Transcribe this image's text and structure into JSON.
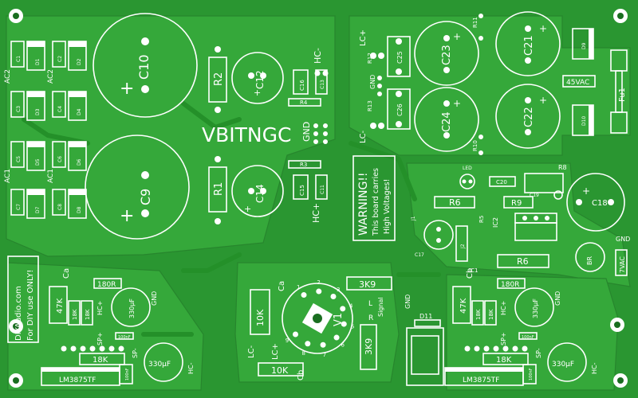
{
  "board": {
    "title": "VBITNGC",
    "warning": [
      "WARNING!!",
      "This board carries",
      "High Voltages!"
    ],
    "credit": [
      "DIYAudio.com",
      "For DIY use ONLY!"
    ],
    "colors": {
      "substrate": "#2a9631",
      "pour": "#35a83a",
      "silk": "#ffffff",
      "trace": "#249029"
    }
  },
  "left_psu": {
    "ac_labels": [
      "AC2",
      "AC2",
      "AC1",
      "AC1"
    ],
    "caps": [
      "C1",
      "C2",
      "C3",
      "C4",
      "C5",
      "C6",
      "C7",
      "C8"
    ],
    "diodes": [
      "D1",
      "D2",
      "D3",
      "D4",
      "D5",
      "D6",
      "D7",
      "D8"
    ],
    "big_caps": [
      "C10",
      "C9"
    ],
    "resistors": [
      "R2",
      "R1",
      "R3",
      "R4"
    ],
    "small_caps": [
      "C12",
      "C14",
      "C16",
      "C15"
    ],
    "pins": [
      "HC-",
      "GND",
      "HC+"
    ],
    "aux": [
      "C13",
      "C11"
    ]
  },
  "right_psu": {
    "pins": [
      "LC+",
      "GND",
      "LC-"
    ],
    "resistors": [
      "R12",
      "R13",
      "R11",
      "R10"
    ],
    "caps": [
      "C25",
      "C26",
      "C23",
      "C24",
      "C21",
      "C22"
    ],
    "diodes": [
      "D9",
      "D10"
    ],
    "fuse": "Fu1",
    "voltage": "45VAC"
  },
  "heater": {
    "labels": [
      "LED",
      "C20",
      "R8",
      "R6",
      "R9",
      "C19",
      "R5",
      "IC2",
      "C18",
      "C17",
      "J2",
      "J1",
      "IC1",
      "R6",
      "BR",
      "GND",
      "7VAC"
    ]
  },
  "tube": {
    "labels": [
      "V1",
      "3K9",
      "3K9",
      "10K",
      "10K",
      "Ca",
      "Cb",
      "LC-",
      "LC+",
      "Signal",
      "GND",
      "L",
      "R"
    ],
    "pins": [
      "1",
      "2",
      "3",
      "4",
      "5",
      "6",
      "7",
      "8",
      "9"
    ]
  },
  "amps": [
    {
      "ca": "Ca",
      "r1": "180R",
      "r2": "47K",
      "r3": "18K",
      "r4": "18K",
      "hc": "HC+",
      "sp": "SP+",
      "cap": "330µF",
      "gnd": "GND",
      "r5": "18K",
      "sp2": "SP-",
      "c2": "330µF",
      "hcm": "HC-",
      "ic": "LM3875TF",
      "small": "100nF",
      "small2": "100nF"
    },
    {
      "ca": "Cb",
      "r1": "180R",
      "r2": "47K",
      "r3": "18K",
      "r4": "18K",
      "hc": "HC+",
      "sp": "SP+",
      "cap": "330µF",
      "gnd": "GND",
      "r5": "18K",
      "sp2": "SP-",
      "c2": "330µF",
      "hcm": "HC-",
      "ic": "LM3875TF",
      "small": "100nF",
      "small2": "100nF"
    }
  ],
  "relay": {
    "label": "D11"
  }
}
